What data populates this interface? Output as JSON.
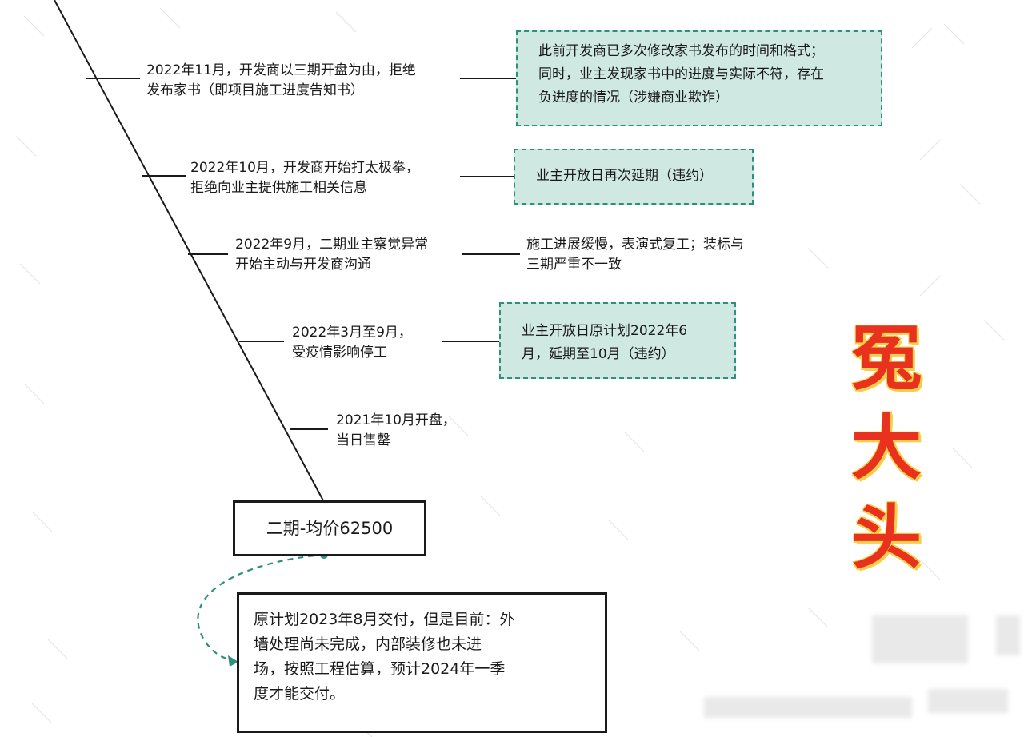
{
  "timeline": {
    "events": [
      {
        "left": "2022年11月，开发商以三期开盘为由，拒绝\n发布家书（即项目施工进度告知书）",
        "right": "此前开发商已多次修改家书发布的时间和格式；\n同时，业主发现家书中的进度与实际不符，存在\n负进度的情况（涉嫌商业欺诈）",
        "right_style": "dashed"
      },
      {
        "left": "2022年10月，开发商开始打太极拳，\n拒绝向业主提供施工相关信息",
        "right": "业主开放日再次延期（违约）",
        "right_style": "dashed"
      },
      {
        "left": "2022年9月，二期业主察觉异常\n开始主动与开发商沟通",
        "right": "施工进展缓慢，表演式复工；装标与\n三期严重不一致",
        "right_style": "plain"
      },
      {
        "left": "2022年3月至9月，\n受疫情影响停工",
        "right": "业主开放日原计划2022年6\n月，延期至10月（违约）",
        "right_style": "dashed"
      },
      {
        "left": "2021年10月开盘，\n当日售罄",
        "right": "",
        "right_style": "none"
      }
    ],
    "root": "二期-均价62500",
    "note": "原计划2023年8月交付，但是目前：外\n墙处理尚未完成，内部装修也未进\n场，按照工程估算，预计2024年一季\n度才能交付。"
  },
  "stamp_text": "冤\n大\n头",
  "colors": {
    "teal": "#2e8f7c",
    "teal_fill": "#cfe9e2",
    "stamp_red": "#e8321e",
    "stamp_gold": "#f4d04a"
  }
}
